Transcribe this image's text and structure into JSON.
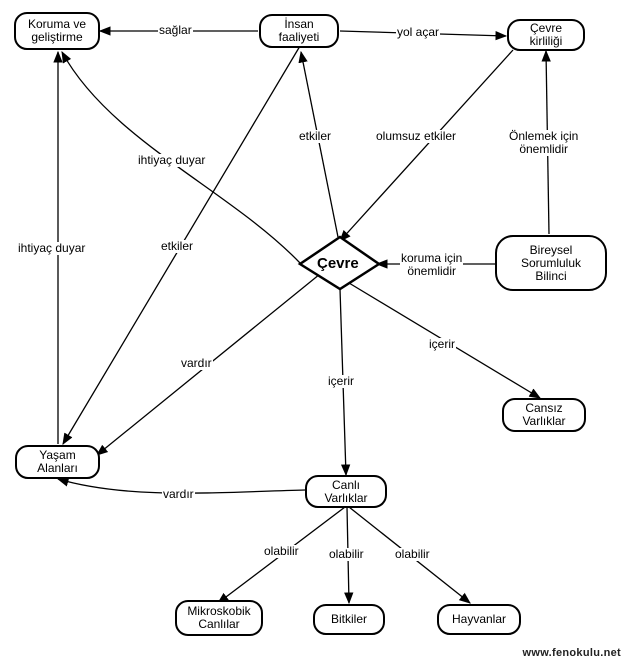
{
  "nodes": {
    "koruma": "Koruma ve\ngeliştirme",
    "insan": "İnsan\nfaaliyeti",
    "kirlilik": "Çevre\nkirliliği",
    "cevre": "Çevre",
    "bireysel": "Bireysel\nSorumluluk\nBilinci",
    "cansiz": "Cansız\nVarlıklar",
    "yasam": "Yaşam\nAlanları",
    "canli": "Canlı\nVarlıklar",
    "mikro": "Mikroskobik\nCanlılar",
    "bitkiler": "Bitkiler",
    "hayvanlar": "Hayvanlar"
  },
  "links": {
    "saglar": "sağlar",
    "yol_acar": "yol açar",
    "etkiler_top": "etkiler",
    "olumsuz": "olumsuz etkiler",
    "onlemek": "Önlemek için\nönemlidir",
    "ihtiyac_diag": "ihtiyaç duyar",
    "ihtiyac_vert": "ihtiyaç duyar",
    "etkiler_left": "etkiler",
    "koruma_icin": "koruma  için\nönemlidir",
    "icerir_right": "içerir",
    "vardir_left": "vardır",
    "icerir_down": "içerir",
    "vardir_bottom": "vardır",
    "olabilir_1": "olabilir",
    "olabilir_2": "olabilir",
    "olabilir_3": "olabilir"
  },
  "footer": "www.fenokulu.net"
}
